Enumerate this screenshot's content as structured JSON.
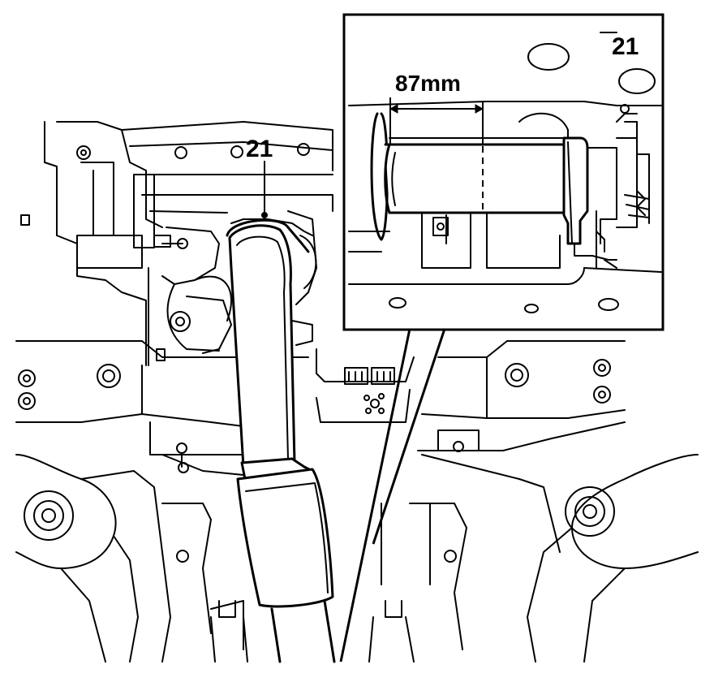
{
  "callouts": {
    "main_part_number": "21",
    "detail_part_number": "21",
    "detail_dimension": "87mm"
  },
  "colors": {
    "ink": "#000000",
    "paper": "#ffffff"
  }
}
